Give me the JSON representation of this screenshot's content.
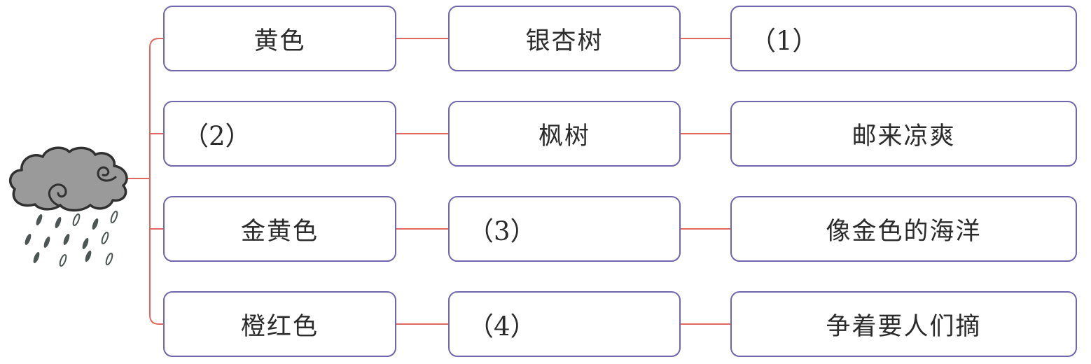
{
  "diagram": {
    "type": "mindmap",
    "root": {
      "icon": "rain-cloud"
    },
    "colors": {
      "box_border": "#6f66ae",
      "connector": "#e1685e",
      "text": "#2b2b2b",
      "cloud_fill": "#9a9a9a",
      "cloud_outline": "#303030",
      "rain_drop": "#4c5553"
    },
    "rows": [
      {
        "cells": [
          {
            "text": "黄色"
          },
          {
            "text": "银杏树"
          },
          {
            "text": "（1）"
          }
        ]
      },
      {
        "cells": [
          {
            "text": "（2）"
          },
          {
            "text": "枫树"
          },
          {
            "text": "邮来凉爽"
          }
        ]
      },
      {
        "cells": [
          {
            "text": "金黄色"
          },
          {
            "text": "（3）"
          },
          {
            "text": "像金色的海洋"
          }
        ]
      },
      {
        "cells": [
          {
            "text": "橙红色"
          },
          {
            "text": "（4）"
          },
          {
            "text": "争着要人们摘"
          }
        ]
      }
    ]
  }
}
